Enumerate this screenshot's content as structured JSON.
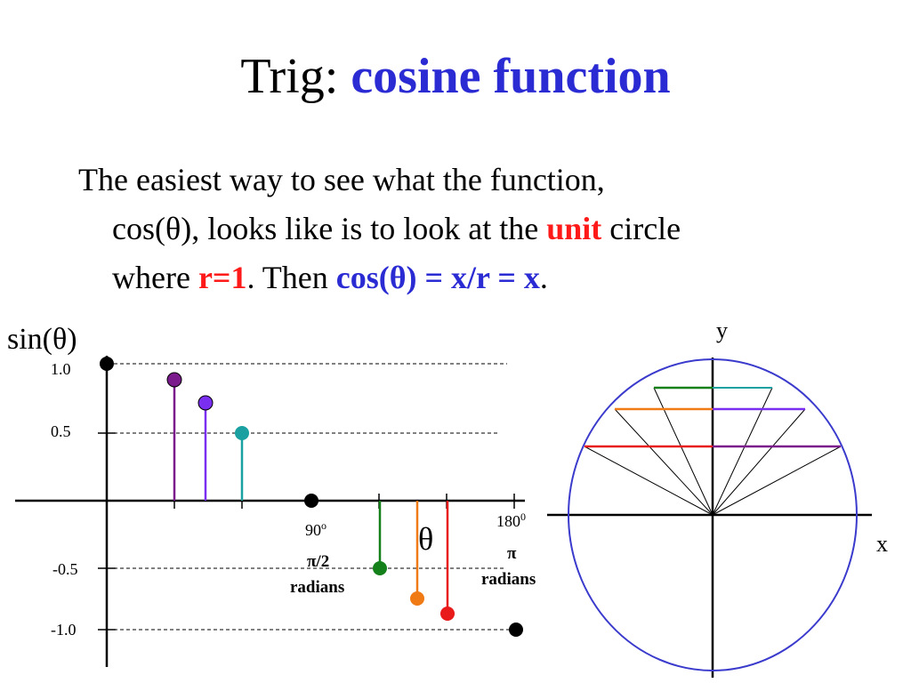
{
  "title": {
    "prefix": "Trig:",
    "accent": "cosine function"
  },
  "body": {
    "line1": "The easiest way to see what the function,",
    "line2_a": "cos(θ), looks like is to look at the",
    "line2_unit": "unit",
    "line2_b": "circle",
    "line3_a": "where",
    "line3_r": "r=1",
    "line3_b": ".  Then",
    "line3_formula": "cos(θ) = x/r = x",
    "line3_c": "."
  },
  "graph": {
    "ylabel": "sin(θ)",
    "ticks": {
      "p1": "1.0",
      "p05": "0.5",
      "m05": "-0.5",
      "m1": "-1.0"
    },
    "mark90": {
      "deg": "90",
      "deg_sup": "o",
      "rad": "π/2",
      "rad_word": "radians"
    },
    "mark180": {
      "deg": "180",
      "deg_sup": "0",
      "rad": "π",
      "rad_word": "radians"
    },
    "theta_label": "θ",
    "stem_colors": {
      "black": "#000000",
      "purple": "#7a1a8c",
      "violet": "#7a2ef0",
      "teal": "#1aa0a0",
      "green": "#14801a",
      "orange": "#f07a14",
      "red": "#e81a1a"
    }
  },
  "circle": {
    "y_label": "y",
    "x_label": "x",
    "circle_color": "#3a3acc"
  }
}
